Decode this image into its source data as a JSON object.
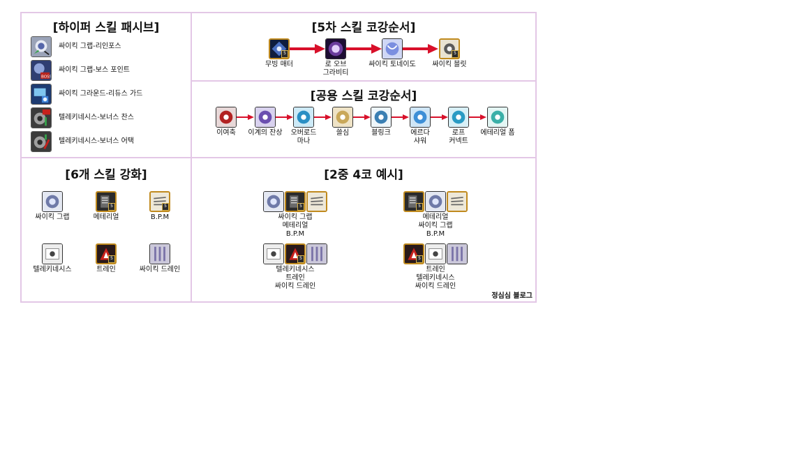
{
  "panels": {
    "hyper_passive": {
      "title": "[하이퍼 스킬 패시브]",
      "items": [
        {
          "label": "싸이킥 그랩-리인포스",
          "icon": "psychic-grab-reinforce-icon"
        },
        {
          "label": "싸이킥 그랩-보스 포인트",
          "icon": "psychic-grab-boss-point-icon"
        },
        {
          "label": "싸이킥 그라운드-리듀스 가드",
          "icon": "psychic-ground-reduce-guard-icon"
        },
        {
          "label": "텔레키네시스-보너스 찬스",
          "icon": "telekinesis-bonus-chance-icon"
        },
        {
          "label": "텔레키네시스-보너스 어택",
          "icon": "telekinesis-bonus-attack-icon"
        }
      ]
    },
    "fifth_order": {
      "title": "[5차 스킬 코강순서]",
      "items": [
        {
          "label": "무빙 매터",
          "icon": "moving-matter-icon"
        },
        {
          "label": "로 오브\n그라비티",
          "icon": "law-of-gravity-icon"
        },
        {
          "label": "싸이킥 토네이도",
          "icon": "psychic-tornado-icon"
        },
        {
          "label": "싸이킥 블릿",
          "icon": "psychic-bullet-icon"
        }
      ]
    },
    "common_order": {
      "title": "[공용 스킬 코강순서]",
      "items": [
        {
          "label": "이여축",
          "icon": "common-skill-1-icon"
        },
        {
          "label": "이계의 잔상",
          "icon": "otherworld-afterimage-icon"
        },
        {
          "label": "오버로드\n마나",
          "icon": "overload-mana-icon"
        },
        {
          "label": "쓸심",
          "icon": "sol-janus-icon"
        },
        {
          "label": "블링크",
          "icon": "blink-icon"
        },
        {
          "label": "에르다\n샤워",
          "icon": "erda-shower-icon"
        },
        {
          "label": "로프\n커넥트",
          "icon": "rope-connect-icon"
        },
        {
          "label": "에테리얼 폼",
          "icon": "ethereal-form-icon"
        }
      ]
    },
    "six_enhance": {
      "title": "[6개 스킬 강화]",
      "items": [
        {
          "label": "싸이킥 그랩",
          "icon": "psychic-grab-icon"
        },
        {
          "label": "메테리얼",
          "icon": "psychic-materialize-icon"
        },
        {
          "label": "B.P.M",
          "icon": "bpm-icon"
        },
        {
          "label": "텔레키네시스",
          "icon": "telekinesis-icon"
        },
        {
          "label": "트레인",
          "icon": "train-icon"
        },
        {
          "label": "싸이킥 드레인",
          "icon": "psychic-drain-icon"
        }
      ]
    },
    "double_four": {
      "title": "[2중 4코 예시]",
      "groups": [
        {
          "lines": [
            "싸이킥 그랩",
            "메테리얼",
            "B.P.M"
          ]
        },
        {
          "lines": [
            "메테리얼",
            "싸이킥 그랩",
            "B.P.M"
          ]
        },
        {
          "lines": [
            "텔레키네시스",
            "트레인",
            "싸이킥 드레인"
          ]
        },
        {
          "lines": [
            "트레인",
            "텔레키네시스",
            "싸이킥 드레인"
          ]
        }
      ]
    }
  },
  "footer": "정심심 블로그",
  "colors": {
    "border": "#e3c7e6",
    "arrow": "#d8102a"
  }
}
